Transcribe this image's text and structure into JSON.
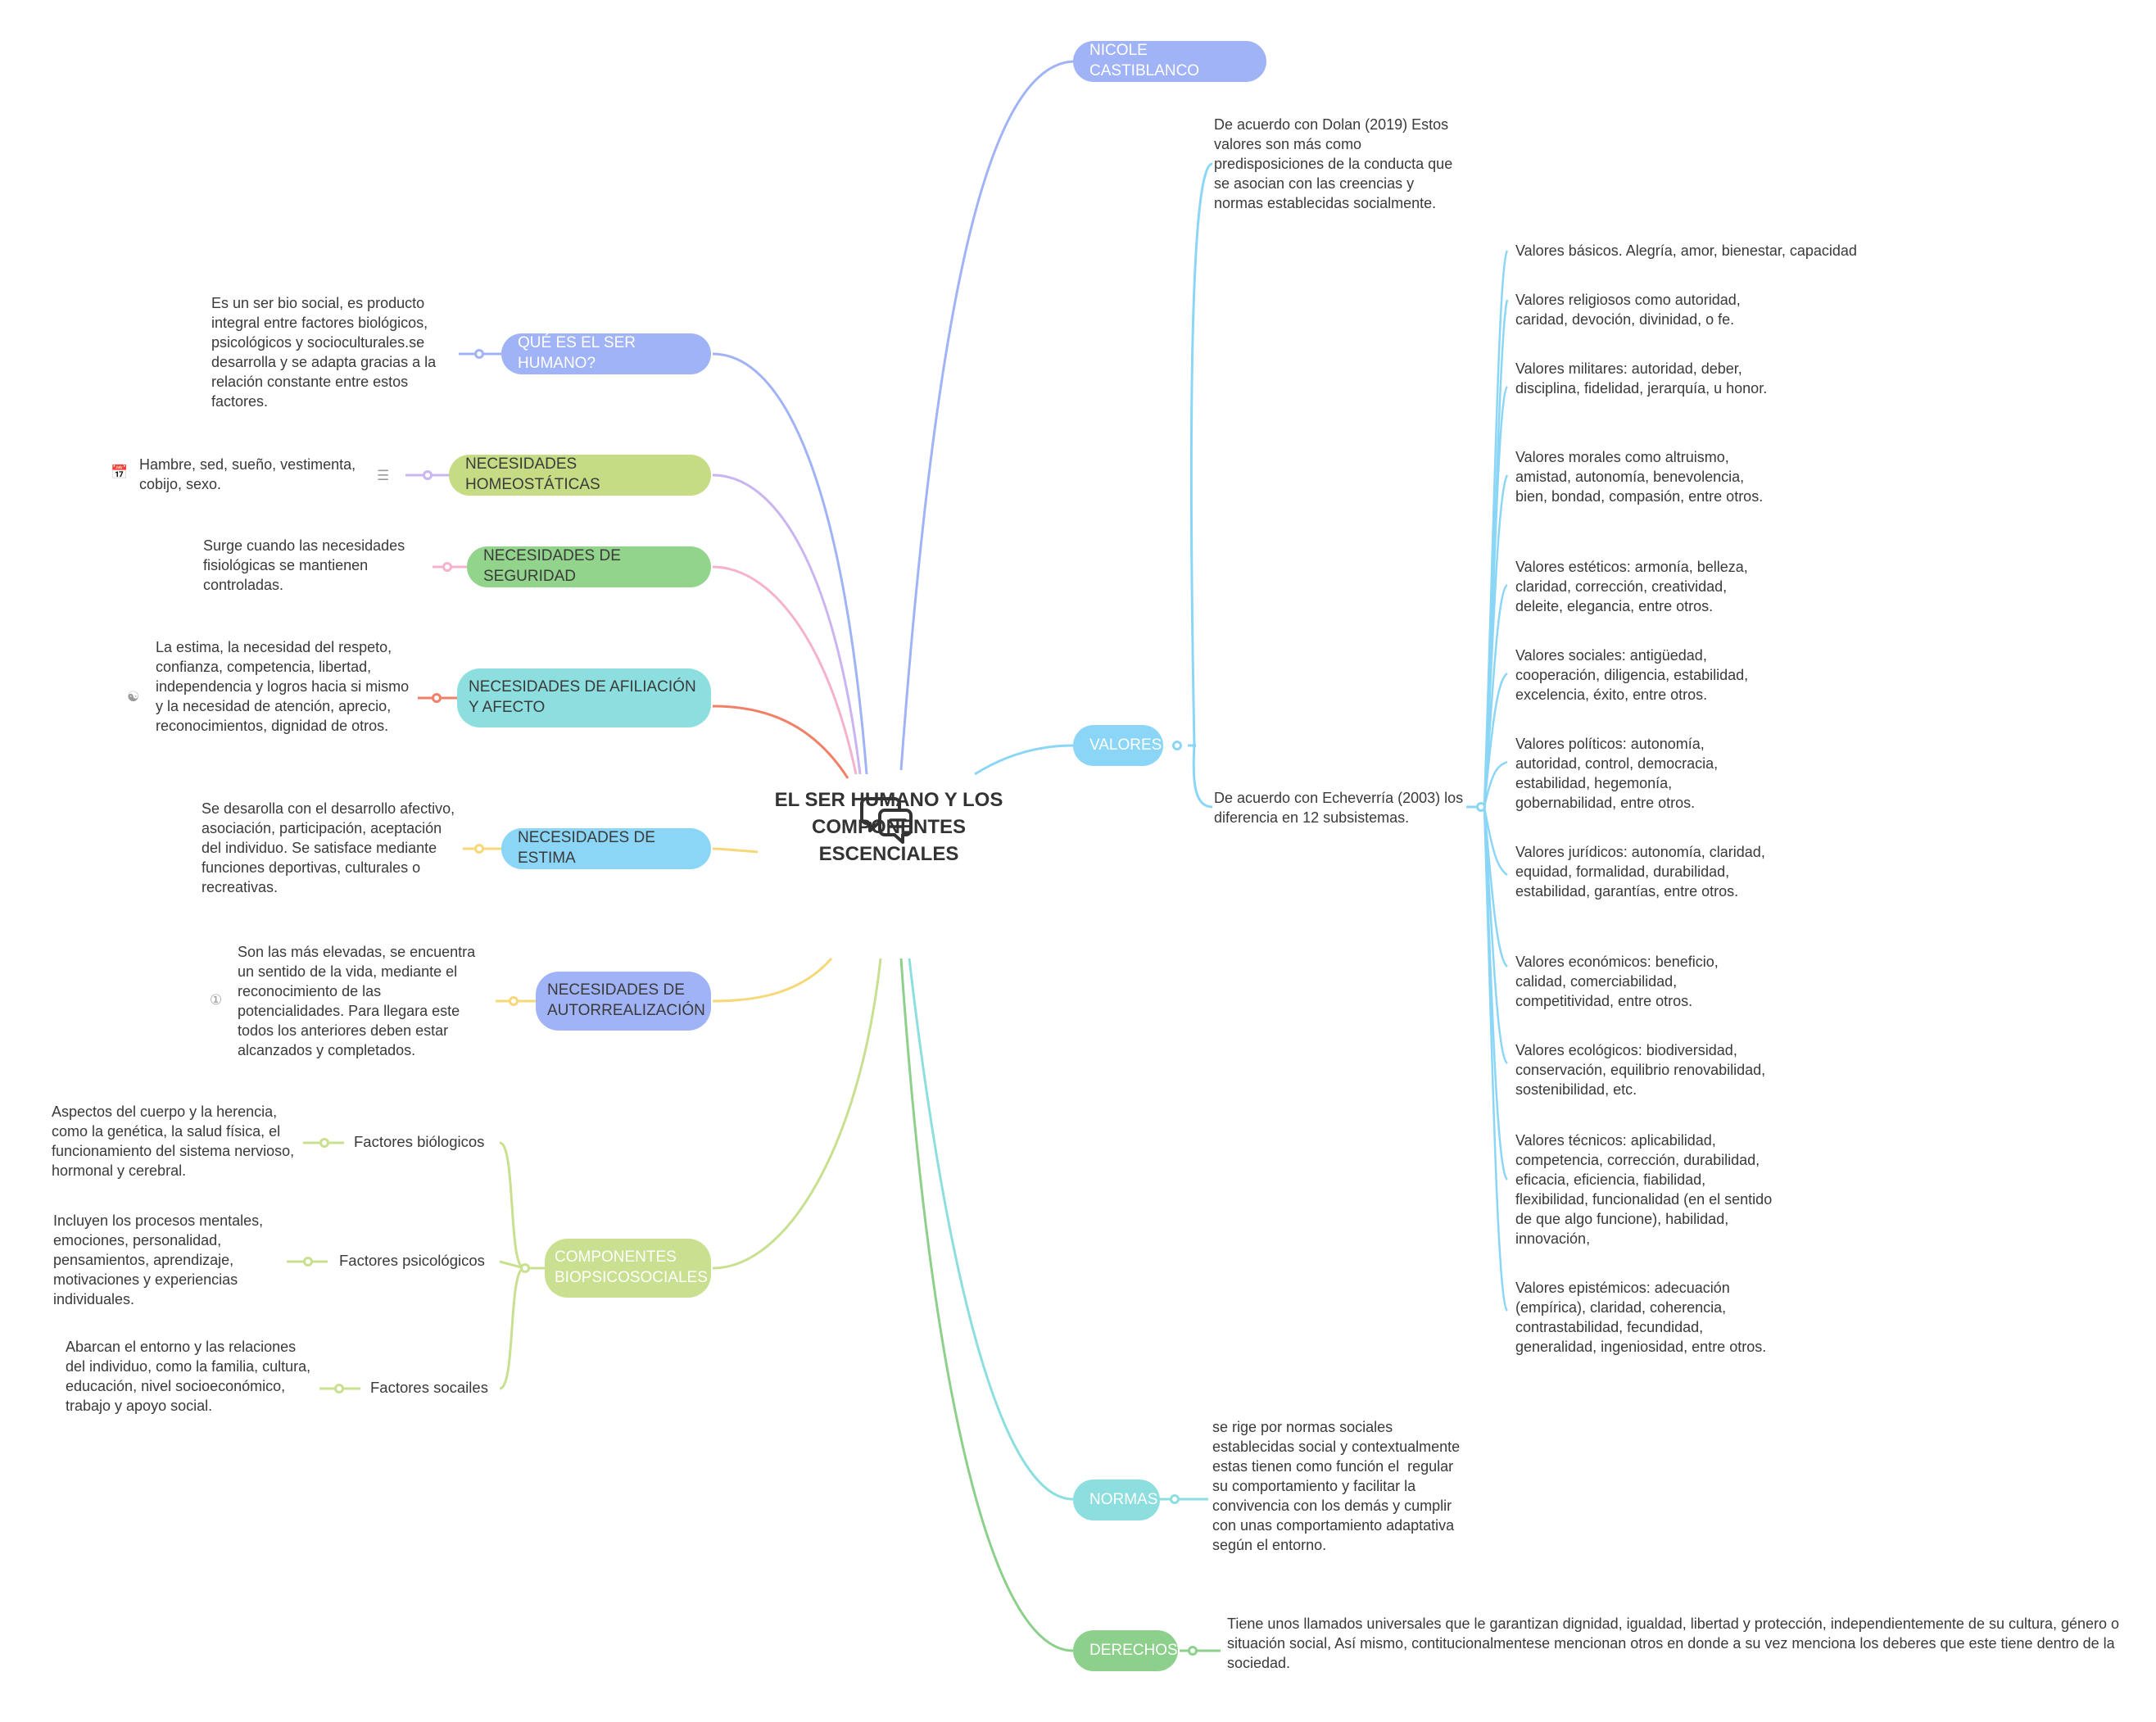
{
  "central": {
    "title": "EL SER HUMANO Y LOS COMPONENTES ESCENCIALES",
    "icon": "chat-bubbles-icon"
  },
  "colors": {
    "purple_blue": "#a1b3f7",
    "lavender": "#cbb5f0",
    "olive": "#c5dc85",
    "pink": "#f4b2cc",
    "green": "#93d48d",
    "orange": "#f28066",
    "cyan": "#8bd6f7",
    "yellow": "#f7d878",
    "teal": "#8ddede",
    "light_green": "#c8e08f",
    "derechos_green": "#8dd08b"
  },
  "branches": {
    "nicole": {
      "label": "NICOLE CASTIBLANCO"
    },
    "que_es": {
      "label": "QUÉ ES EL SER HUMANO?",
      "note": "Es un ser bio social, es producto integral entre factores biológicos, psicológicos y socioculturales.se desarrolla y se adapta gracias a la relación constante entre estos factores."
    },
    "homeostaticas": {
      "label": "NECESIDADES HOMEOSTÁTICAS",
      "note": "Hambre, sed, sueño, vestimenta, cobijo, sexo.",
      "icon": "calendar-icon",
      "flag_icon": "list-check-icon"
    },
    "seguridad": {
      "label": "NECESIDADES DE SEGURIDAD",
      "note": "Surge cuando las necesidades fisiológicas se mantienen controladas."
    },
    "afiliacion": {
      "label": "NECESIDADES DE AFILIACIÓN Y AFECTO",
      "note": "La estima, la necesidad del respeto, confianza, competencia, libertad, independencia y logros hacia si mismo y la necesidad de atención, aprecio, reconocimientos, dignidad de otros.",
      "icon": "people-icon"
    },
    "estima": {
      "label": "NECESIDADES DE ESTIMA",
      "note": "Se desarolla con el desarrollo afectivo, asociación, participación, aceptación del individuo. Se satisface mediante funciones deportivas, culturales o recreativas."
    },
    "autorrealizacion": {
      "label": "NECESIDADES DE AUTORREALIZACIÓN",
      "note": "Son las más elevadas, se encuentra un sentido de la vida, mediante el reconocimiento de las potencialidades. Para llegara este todos los anteriores deben estar alcanzados y completados.",
      "icon": "number-one-icon"
    },
    "componentes": {
      "label": "COMPONENTES BIOPSICOSOCIALES",
      "children": [
        {
          "label": "Factores biólogicos",
          "note": "Aspectos del cuerpo y la herencia, como la genética, la salud física, el funcionamiento del sistema nervioso, hormonal y cerebral."
        },
        {
          "label": "Factores psicológicos",
          "note": "Incluyen los procesos mentales, emociones, personalidad, pensamientos, aprendizaje, motivaciones y experiencias individuales."
        },
        {
          "label": "Factores socailes",
          "note": "Abarcan el entorno y las relaciones del individuo, como la familia, cultura, educación, nivel socioeconómico, trabajo y apoyo social."
        }
      ]
    },
    "valores": {
      "label": "VALORES",
      "dolan": "De acuerdo con Dolan (2019) Estos valores son más como predisposiciones de la conducta que se asocian con las creencias y normas establecidas socialmente.",
      "echeverria": "De acuerdo con Echeverría (2003) los diferencia en 12 subsistemas.",
      "items": [
        "Valores básicos. Alegría, amor, bienestar, capacidad",
        "Valores religiosos como autoridad, caridad, devoción, divinidad, o fe.",
        "Valores militares: autoridad, deber, disciplina, fidelidad, jerarquía, u honor.",
        "Valores morales como altruismo, amistad, autonomía, benevolencia, bien, bondad, compasión, entre otros.",
        "Valores estéticos: armonía, belleza, claridad, corrección, creatividad, deleite, elegancia, entre otros.",
        "Valores sociales: antigüedad, cooperación, diligencia, estabilidad, excelencia, éxito, entre otros.",
        "Valores políticos: autonomía, autoridad, control, democracia, estabilidad, hegemonía, gobernabilidad, entre otros.",
        "Valores jurídicos: autonomía, claridad, equidad, formalidad, durabilidad, estabilidad, garantías, entre otros.",
        "Valores económicos: beneficio, calidad, comerciabilidad, competitividad, entre otros.",
        "Valores ecológicos: biodiversidad, conservación, equilibrio renovabilidad, sostenibilidad, etc.",
        "Valores técnicos: aplicabilidad, competencia, corrección, durabilidad, eficacia, eficiencia, fiabilidad, flexibilidad, funcionalidad (en el sentido de que algo funcione), habilidad, innovación,",
        "Valores epistémicos: adecuación (empírica), claridad, coherencia, contrastabilidad, fecundidad, generalidad, ingeniosidad, entre otros."
      ]
    },
    "normas": {
      "label": "NORMAS",
      "note": "se rige por normas sociales establecidas social y contextualmente estas tienen como función el  regular su comportamiento y facilitar la convivencia con los demás y cumplir con unas comportamiento adaptativa según el entorno."
    },
    "derechos": {
      "label": "DERECHOS",
      "note": "Tiene unos llamados universales que le garantizan dignidad, igualdad, libertad y protección, independientemente de su cultura, género o situación social, Así mismo, contitucionalmentese mencionan otros en donde a su vez menciona los deberes que este tiene dentro de la sociedad."
    }
  }
}
